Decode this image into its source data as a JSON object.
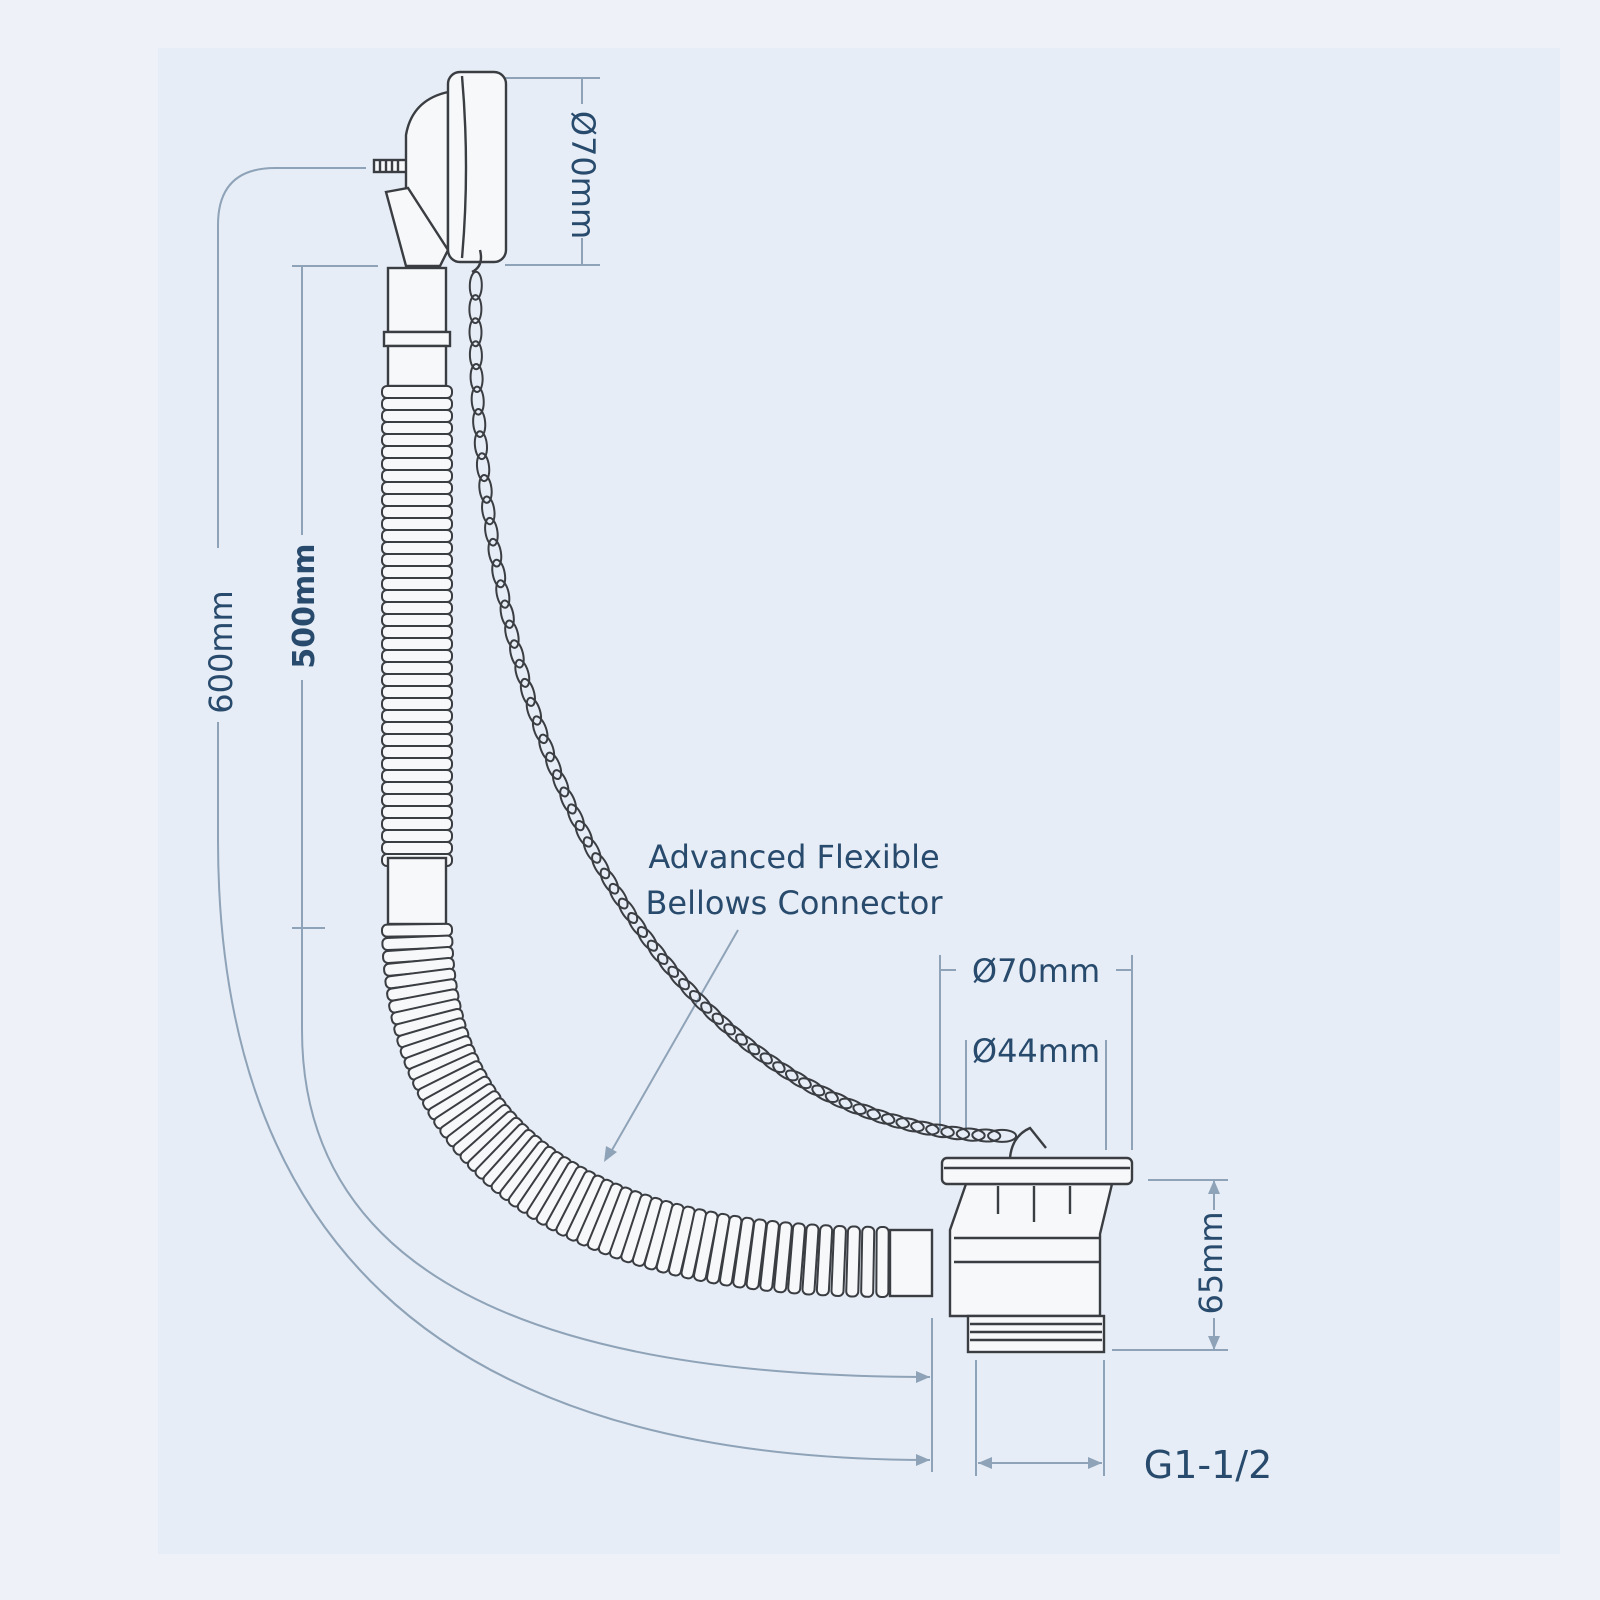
{
  "labels": {
    "callout_line1": "Advanced Flexible",
    "callout_line2": "Bellows Connector",
    "overflow_diameter": "Ø70mm",
    "length_total": "600mm",
    "length_bellows": "500mm",
    "waste_outer_diameter": "Ø70mm",
    "waste_inner_diameter": "Ø44mm",
    "waste_height": "65mm",
    "thread_size": "G1-1/2"
  },
  "colors": {
    "background": "#e6edf6",
    "outline": "#3a3d42",
    "part_fill": "#f7f8fa",
    "dimension_line": "#8fa3b8",
    "text": "#284a6c"
  }
}
